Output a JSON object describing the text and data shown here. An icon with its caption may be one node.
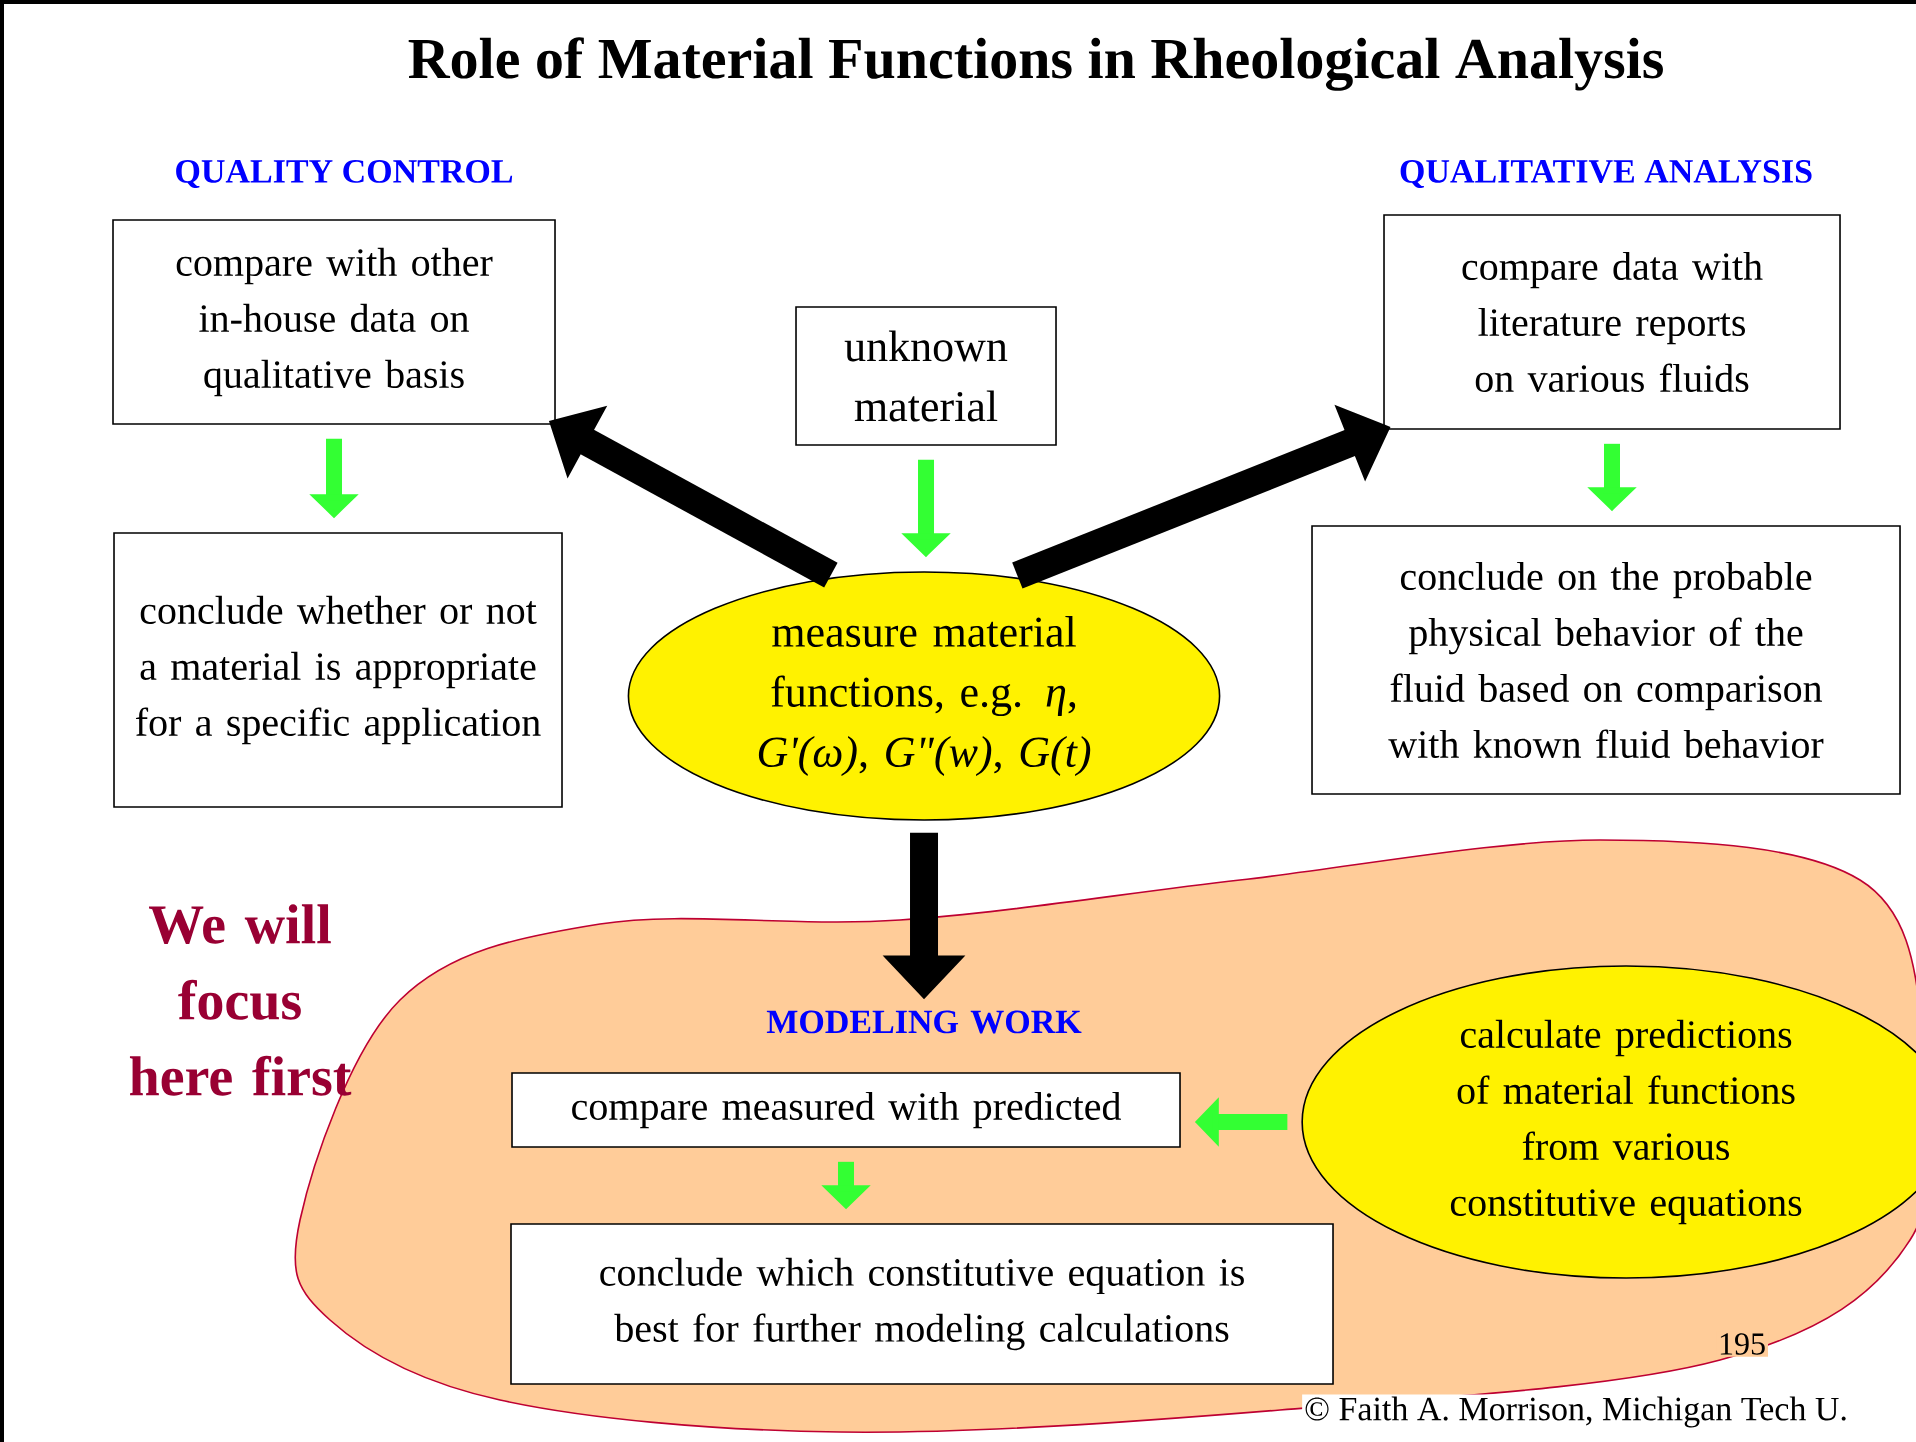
{
  "diagram": {
    "title": "Role of Material Functions in Rheological Analysis",
    "nodes": [
      {
        "text": [
          "compare with other in-house data on qualitative basis"
        ],
        "beside": [
          "QUALITY CONTROL"
        ]
      },
      {
        "text": [
          "conclude whether or not a material is appropriate for a specific application"
        ]
      },
      {
        "text": [
          "unknown material"
        ]
      },
      {
        "text": [
          "measure material functions, e.g. *η*, *G'(ω)*, *G\"(w)*, *G(t)*"
        ]
      },
      {
        "text": [
          "compare data with literature reports on various fluids"
        ],
        "beside": [
          "QUALITATIVE ANALYSIS"
        ]
      },
      {
        "text": [
          "conclude on the probable physical behavior of the fluid based on comparison with known fluid behavior"
        ]
      },
      {
        "text": [
          "MODELING WORK"
        ]
      },
      {
        "text": [
          "compare measured with predicted"
        ],
        "in": 6
      },
      {
        "text": [
          "conclude which constitutive equation is best for further modeling calculations"
        ],
        "in": 6
      },
      {
        "text": [
          "calculate predictions of material functions from various constitutive equations"
        ],
        "in": 6
      }
    ],
    "edges": [
      {
        "from": 0,
        "to": 1,
        "arrow": "to"
      },
      {
        "from": 2,
        "to": 3,
        "arrow": "to"
      },
      {
        "from": 3,
        "to": 0,
        "arrow": "to",
        "color": "#000000"
      },
      {
        "from": 3,
        "to": 4,
        "arrow": "to",
        "color": "#000000"
      },
      {
        "from": 4,
        "to": 5,
        "arrow": "to"
      },
      {
        "from": 3,
        "to": 6,
        "arrow": "to",
        "color": "#000000"
      },
      {
        "from": 9,
        "to": 7,
        "arrow": "to"
      },
      {
        "from": 7,
        "to": 8,
        "arrow": "to"
      }
    ],
    "labels": [
      "We will focus here first",
      "195",
      "© Faith A. Morrison, Michigan Tech U."
    ]
  }
}
